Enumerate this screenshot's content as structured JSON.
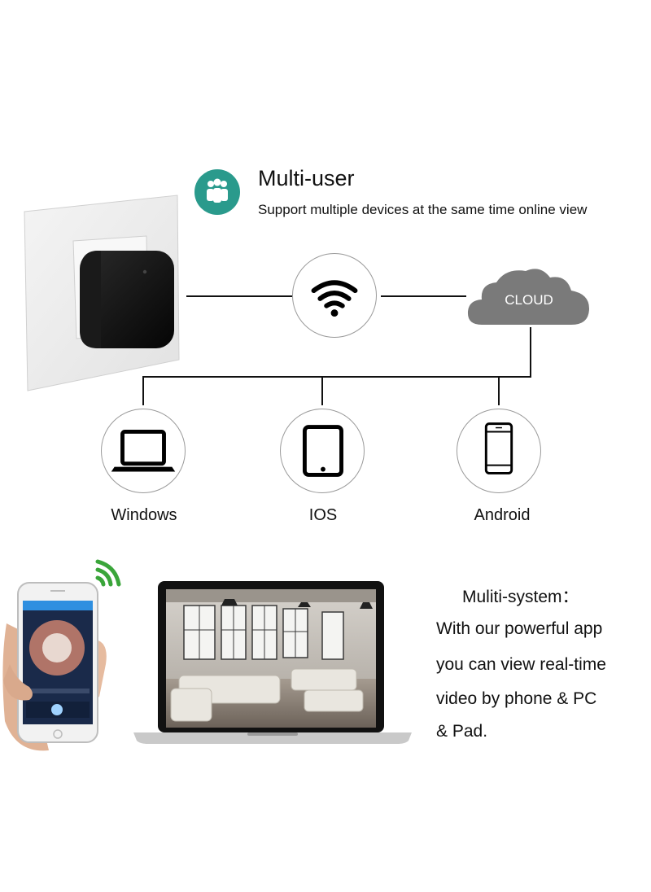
{
  "header": {
    "title": "Multi-user",
    "subtitle": "Support multiple devices at the same time online view"
  },
  "cloud": {
    "label": "CLOUD"
  },
  "devices": [
    {
      "label": "Windows",
      "icon": "laptop-icon"
    },
    {
      "label": "IOS",
      "icon": "tablet-icon"
    },
    {
      "label": "Android",
      "icon": "phone-icon"
    }
  ],
  "system": {
    "title": "Muliti-system：",
    "lines": [
      "With our powerful app",
      "you can view real-time",
      "video by phone & PC",
      "& Pad."
    ]
  },
  "colors": {
    "accent": "#2a9a8c",
    "cloud": "#7a7a7a",
    "line": "#111111",
    "circle_border": "#9a9a9a"
  }
}
